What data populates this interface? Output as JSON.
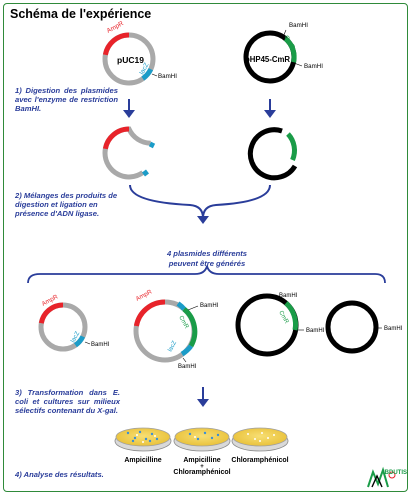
{
  "title": "Schéma de l'expérience",
  "steps": {
    "s1": "1) Digestion des plasmides avec l'enzyme de restriction BamHI.",
    "s2": "2) Mélanges des produits de digestion et ligation en présence d'ADN ligase.",
    "middle": "4 plasmides différents peuvent être générés",
    "s3": "3) Transformation dans E. coli et cultures sur milieux sélectifs contenant du X-gal.",
    "s4": "4) Analyse des résultats."
  },
  "labels": {
    "puc19": "pUC19",
    "php45": "pHP45-CmR",
    "ampr": "AmpR",
    "lacz": "lacZ",
    "cmr": "CmR",
    "bamhi": "BamHI"
  },
  "plates": {
    "p1": "Ampicilline",
    "p2_line1": "Ampicilline",
    "p2_plus": "+",
    "p2_line2": "Chloramphénicol",
    "p3": "Chloramphénicol"
  },
  "logo": "IBDUTIS",
  "colors": {
    "ampr": "#e8232a",
    "lacz": "#1b9cc8",
    "cmr": "#1a9c48",
    "puc_backbone": "#a9a9a9",
    "php_backbone": "#000000",
    "arrow": "#2a3d9a",
    "plate_medium": "#f0cf4a"
  }
}
